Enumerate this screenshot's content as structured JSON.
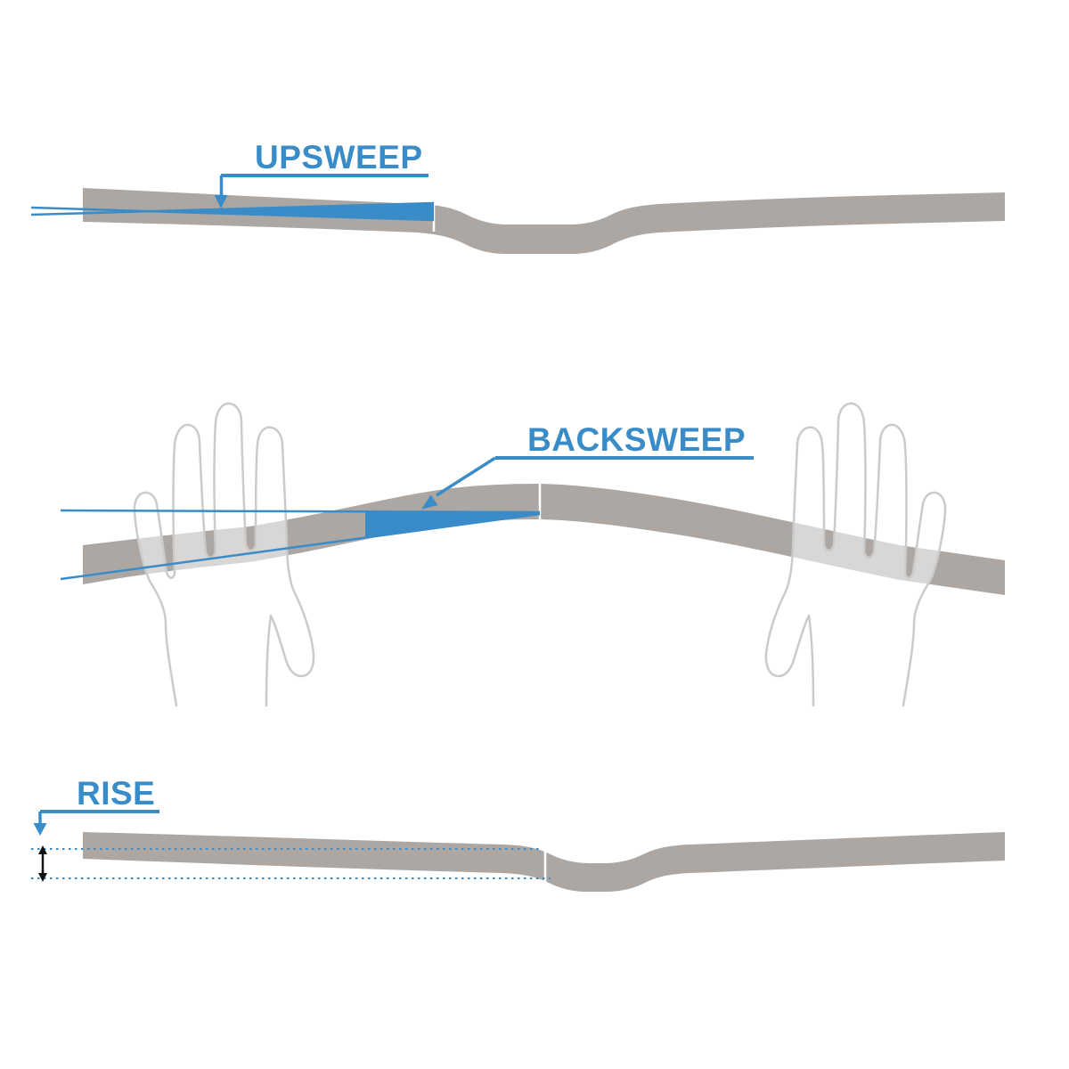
{
  "diagram": {
    "type": "bicycle-handlebar-geometry",
    "labels": {
      "upsweep": "UPSWEEP",
      "backsweep": "BACKSWEEP",
      "rise": "RISE"
    },
    "colors": {
      "accent_blue": "#3A8CC8",
      "bar_gray": "#ACA7A3",
      "seam_white": "#FFFFFF",
      "hand_outline": "#CBCBCB",
      "hand_fill": "rgba(255,255,255,0.55)",
      "rise_arrow_black": "#111111",
      "background": "#FFFFFF"
    }
  }
}
